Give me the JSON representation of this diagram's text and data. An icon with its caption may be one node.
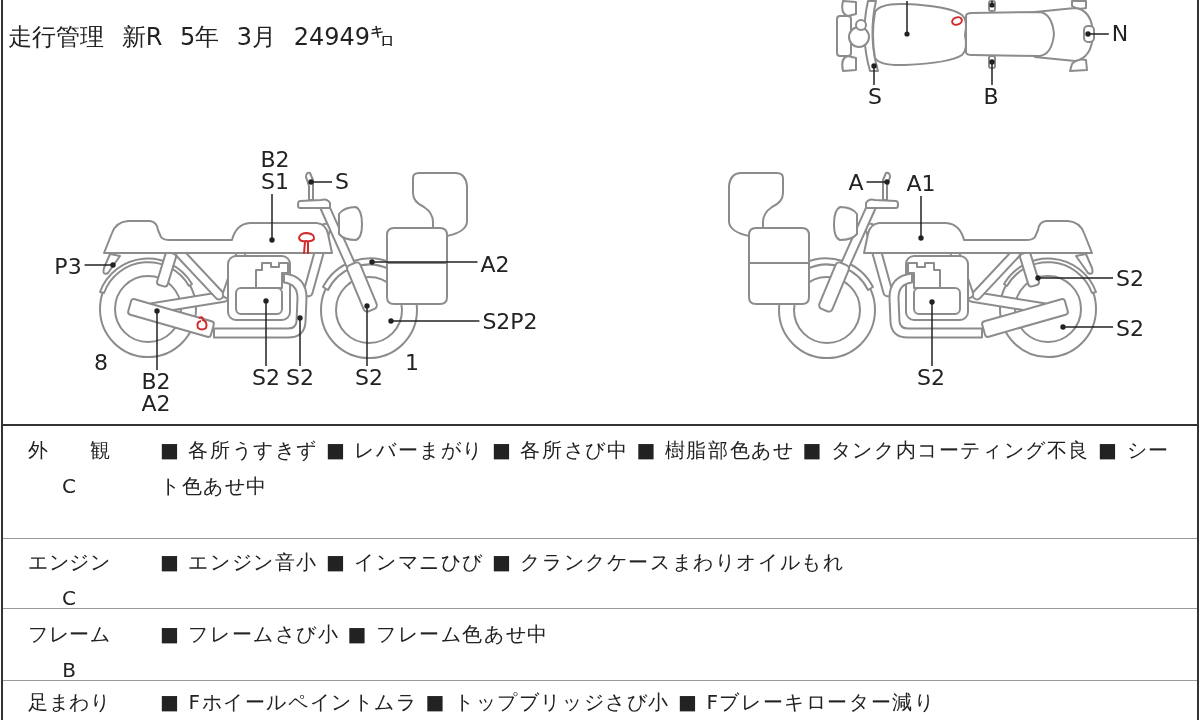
{
  "diagram": {
    "nodes": [
      {
        "text": [
          "N"
        ]
      },
      {
        "text": [
          "S"
        ]
      },
      {
        "text": [
          "B"
        ]
      },
      {
        "text": [
          "B2 S1"
        ]
      },
      {
        "text": [
          "S"
        ]
      },
      {
        "text": [
          "P3"
        ]
      },
      {
        "text": [
          "A2"
        ]
      },
      {
        "text": [
          "S2P2"
        ]
      },
      {
        "text": [
          "B2 A2"
        ]
      },
      {
        "text": [
          "S2"
        ]
      },
      {
        "text": [
          "S2"
        ]
      },
      {
        "text": [
          "S2"
        ]
      },
      {
        "text": [
          "A"
        ]
      },
      {
        "text": [
          "A1"
        ]
      },
      {
        "text": [
          "S2"
        ]
      },
      {
        "text": [
          "S2"
        ]
      },
      {
        "text": [
          "S2"
        ]
      }
    ],
    "edges": [
      {
        "from": 0,
        "to": null,
        "arrow": "other"
      },
      {
        "from": 1,
        "to": null,
        "arrow": "other"
      },
      {
        "from": 2,
        "to": null,
        "arrow": "other"
      },
      {
        "from": 3,
        "to": null,
        "arrow": "other"
      },
      {
        "from": 4,
        "to": null,
        "arrow": "other"
      },
      {
        "from": 5,
        "to": null,
        "arrow": "other"
      },
      {
        "from": 6,
        "to": null,
        "arrow": "other"
      },
      {
        "from": 7,
        "to": null,
        "arrow": "other"
      },
      {
        "from": 8,
        "to": null,
        "arrow": "other"
      },
      {
        "from": 9,
        "to": null,
        "arrow": "other"
      },
      {
        "from": 10,
        "to": null,
        "arrow": "other"
      },
      {
        "from": 11,
        "to": null,
        "arrow": "other"
      },
      {
        "from": 12,
        "to": null,
        "arrow": "other"
      },
      {
        "from": 13,
        "to": null,
        "arrow": "other"
      },
      {
        "from": 14,
        "to": null,
        "arrow": "other"
      },
      {
        "from": 15,
        "to": null,
        "arrow": "other"
      },
      {
        "from": 16,
        "to": null,
        "arrow": "other"
      }
    ],
    "labels": [
      "走行管理 新R 5年 3月 24949㌔",
      "8",
      "1",
      "外　観",
      "C",
      "■ 各所うすきず ■ レバーまがり ■ 各所さび中 ■ 樹脂部色あせ ■ タンク内コーティング不良 ■ シート色あせ中",
      "エンジン",
      "C",
      "■ エンジン音小 ■ インマニひび ■ クランクケースまわりオイルもれ",
      "フレーム",
      "B",
      "■ フレームさび小 ■ フレーム色あせ中",
      "足まわり",
      "■ Fホイールペイントムラ ■ トップブリッジさび小 ■ Fブレーキローター減り"
    ]
  }
}
